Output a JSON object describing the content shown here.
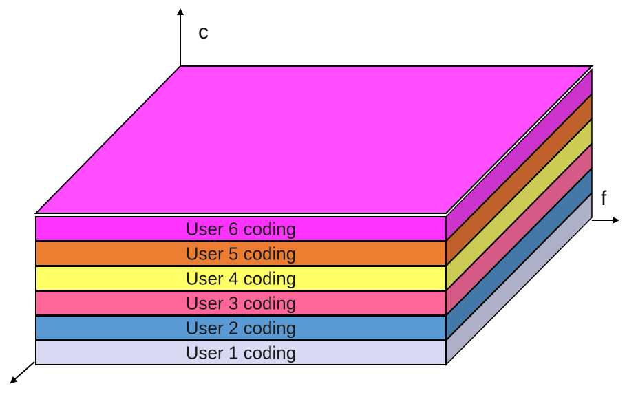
{
  "axes": {
    "vertical_label": "c",
    "horizontal_label": "f"
  },
  "top_face_color": "#ff4dff",
  "layers": [
    {
      "label": "User 1 coding",
      "front_color": "#d9d9f3",
      "side_color": "#aeb0c8"
    },
    {
      "label": "User 2 coding",
      "front_color": "#5b9bd5",
      "side_color": "#4378a8"
    },
    {
      "label": "User 3 coding",
      "front_color": "#ff6699",
      "side_color": "#d65a86"
    },
    {
      "label": "User 4 coding",
      "front_color": "#ffff66",
      "side_color": "#cccc55"
    },
    {
      "label": "User 5 coding",
      "front_color": "#ed7d31",
      "side_color": "#c0602a"
    },
    {
      "label": "User 6 coding",
      "front_color": "#ff33ff",
      "side_color": "#cc33cc"
    }
  ]
}
